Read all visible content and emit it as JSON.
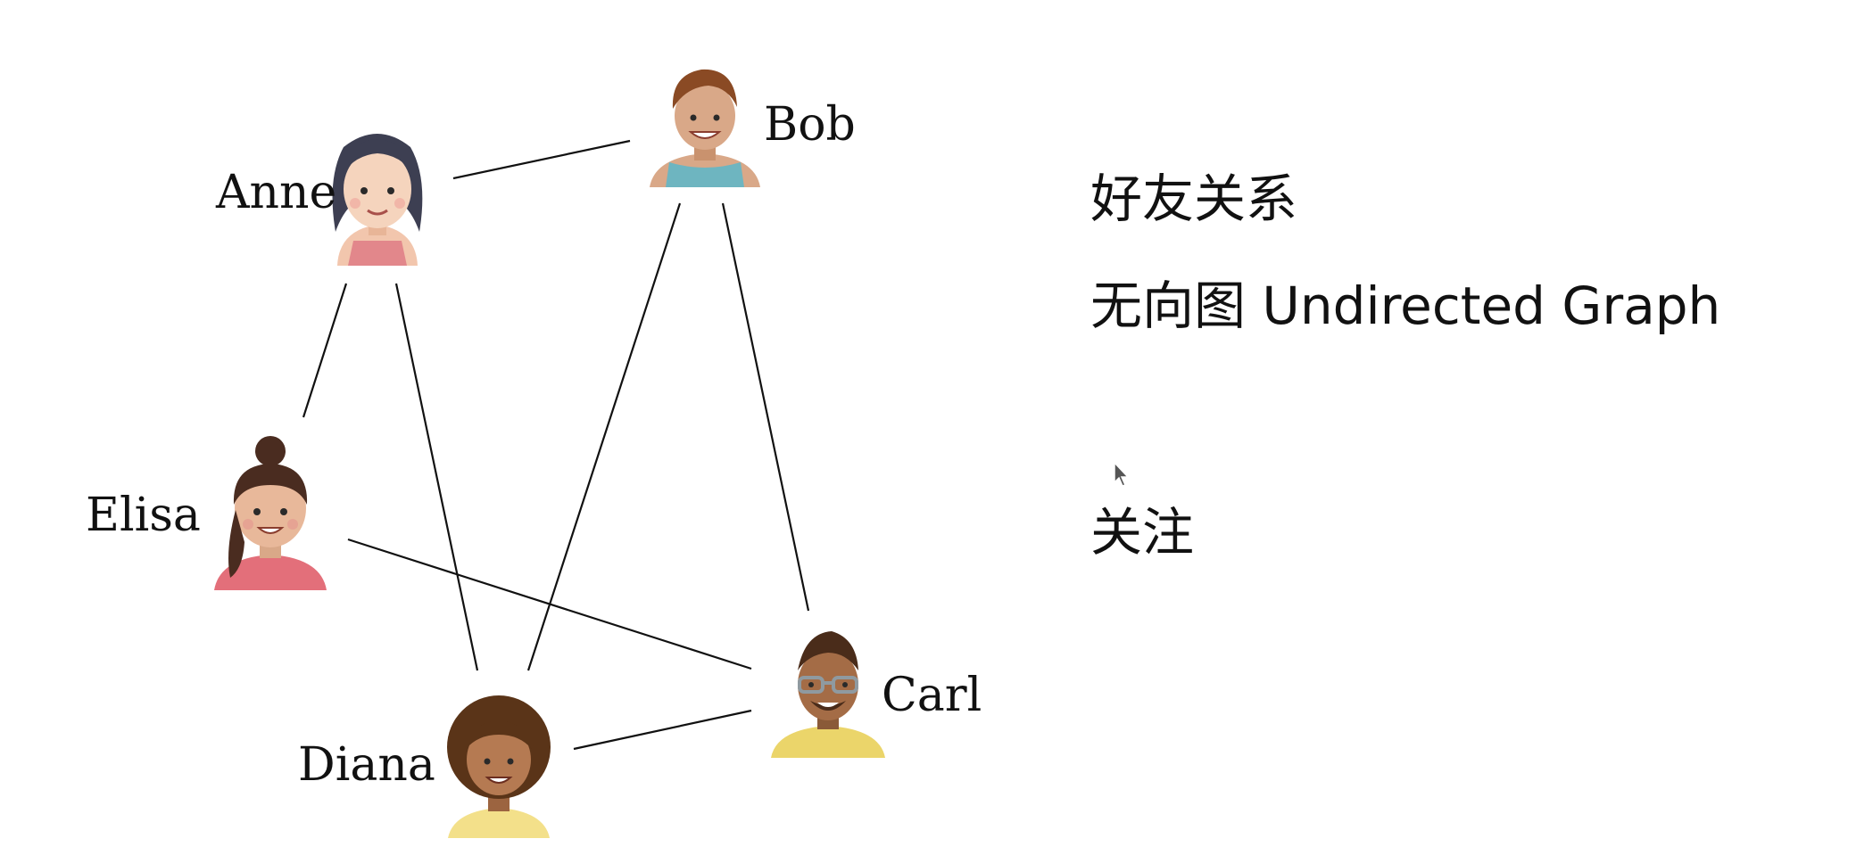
{
  "nodes": [
    {
      "id": "anne",
      "name": "Anne"
    },
    {
      "id": "bob",
      "name": "Bob"
    },
    {
      "id": "elisa",
      "name": "Elisa"
    },
    {
      "id": "diana",
      "name": "Diana"
    },
    {
      "id": "carl",
      "name": "Carl"
    }
  ],
  "edges": [
    [
      "anne",
      "bob"
    ],
    [
      "anne",
      "elisa"
    ],
    [
      "anne",
      "diana"
    ],
    [
      "bob",
      "diana"
    ],
    [
      "bob",
      "carl"
    ],
    [
      "elisa",
      "carl"
    ],
    [
      "diana",
      "carl"
    ]
  ],
  "side_panel": {
    "line1": "好友关系",
    "line2": "无向图 Undirected Graph",
    "line3": "关注"
  }
}
